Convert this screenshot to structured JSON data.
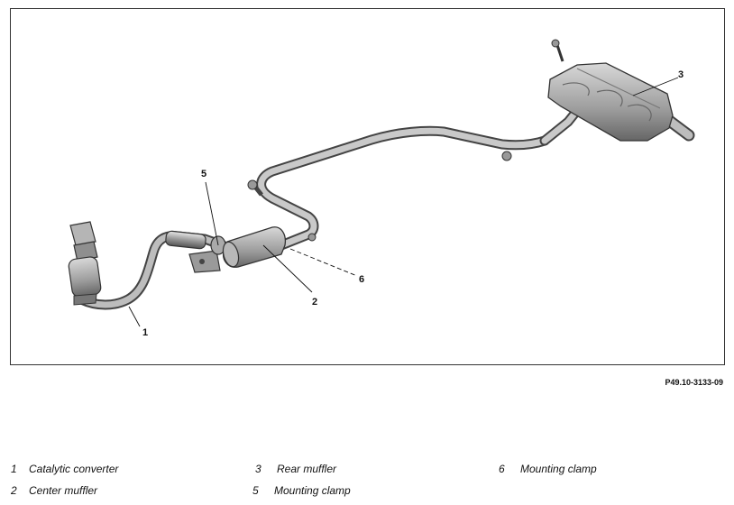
{
  "diagram": {
    "callouts": [
      "1",
      "2",
      "3",
      "5",
      "6"
    ],
    "figure_ref": "P49.10-3133-09"
  },
  "legend": [
    {
      "num": "1",
      "label": "Catalytic converter"
    },
    {
      "num": "2",
      "label": "Center muffler"
    },
    {
      "num": "3",
      "label": "Rear muffler"
    },
    {
      "num": "5",
      "label": "Mounting clamp"
    },
    {
      "num": "6",
      "label": "Mounting clamp"
    }
  ]
}
